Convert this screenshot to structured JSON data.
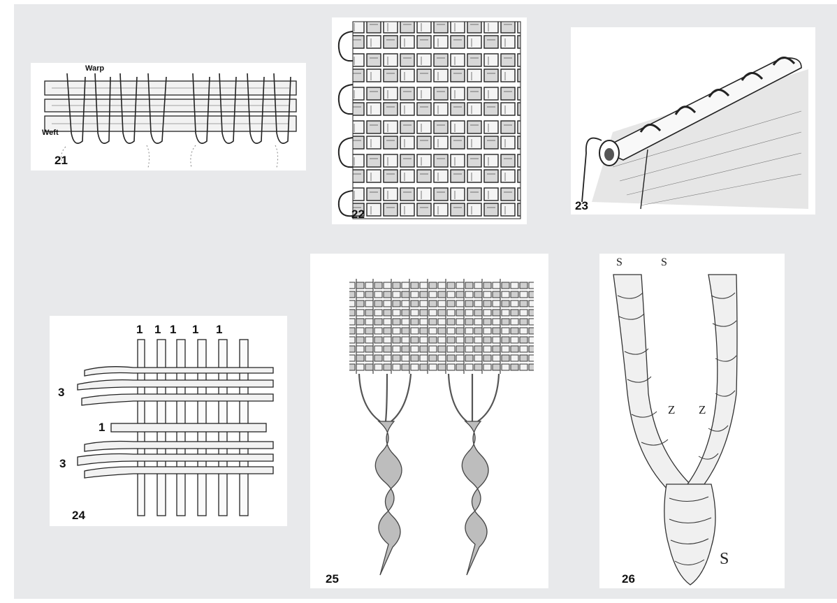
{
  "figures": [
    {
      "number": "21",
      "labels": {
        "warp": "Warp",
        "weft": "Weft"
      }
    },
    {
      "number": "22"
    },
    {
      "number": "23"
    },
    {
      "number": "24",
      "top_counts": [
        "1",
        "1",
        "1",
        "1",
        "1"
      ],
      "side_counts": [
        "3",
        "1",
        "3"
      ]
    },
    {
      "number": "25"
    },
    {
      "number": "26",
      "twist_labels": {
        "top_left": "S",
        "top_right": "S",
        "mid_left": "Z",
        "mid_right": "Z",
        "bottom": "S"
      }
    }
  ]
}
